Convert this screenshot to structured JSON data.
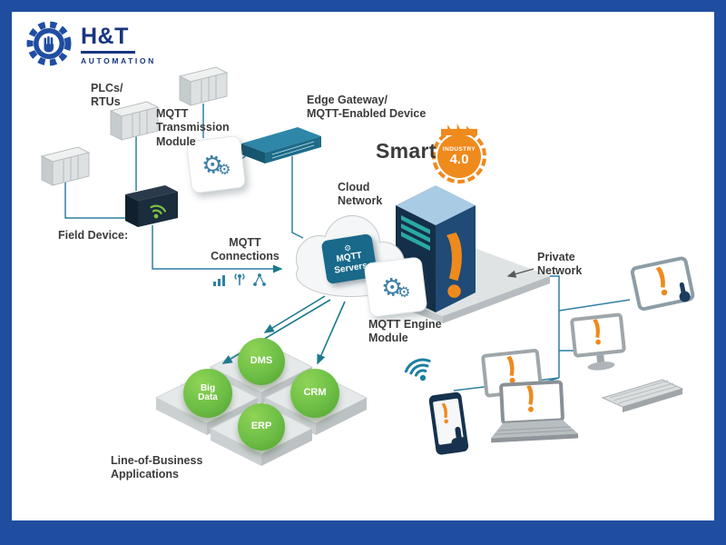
{
  "logo": {
    "brand": "H&T",
    "subtitle": "AUTOMATION"
  },
  "badge": {
    "line1": "INDUSTRY",
    "line2": "4.0"
  },
  "labels": {
    "plcs": "PLCs/\nRTUs",
    "transmission": "MQTT\nTransmission\nModule",
    "edge": "Edge Gateway/\nMQTT-Enabled Device",
    "smart": "Smart",
    "cloud": "Cloud\nNetwork",
    "connections": "MQTT\nConnections",
    "mqtt_servers": "MQTT\nServers",
    "field": "Field Device:",
    "engine": "MQTT Engine\nModule",
    "private": "Private\nNetwork",
    "lob": "Line-of-Business\nApplications"
  },
  "apps": [
    {
      "label": "DMS"
    },
    {
      "label": "Big\nData"
    },
    {
      "label": "CRM"
    },
    {
      "label": "ERP"
    }
  ],
  "icons": {
    "gear_glyph": "⚙"
  },
  "colors": {
    "frame_blue": "#1F4EA1",
    "teal": "#1D7FA0",
    "navy": "#16324E",
    "orange": "#EF8A1D",
    "green": "#6CBE45",
    "platform_gray": "#DFE3E4"
  }
}
